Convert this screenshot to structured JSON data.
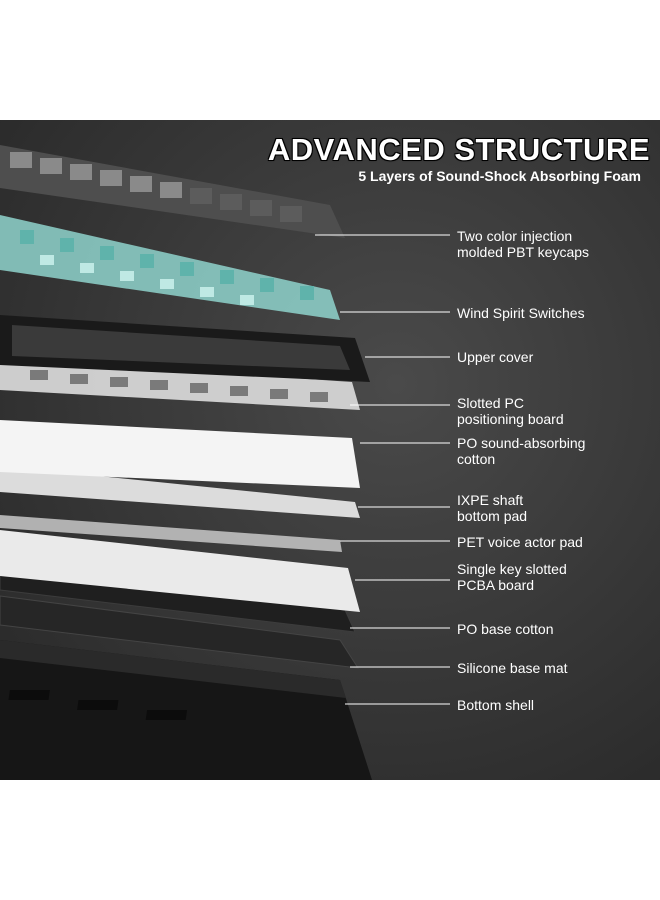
{
  "header": {
    "title": "ADVANCED  STRUCTURE",
    "subtitle": "5 Layers of Sound-Shock Absorbing Foam"
  },
  "colors": {
    "background": "#363636",
    "text": "#ffffff",
    "keycap_dark": "#4e4e4e",
    "keycap_light": "#8a8a8a",
    "switch": "#8fd3cc",
    "plate_white": "#e8e8e8",
    "case_black": "#1c1c1c"
  },
  "layers": [
    {
      "lines": [
        "Two color injection",
        "molded PBT keycaps"
      ]
    },
    {
      "lines": [
        "Wind Spirit Switches"
      ]
    },
    {
      "lines": [
        "Upper cover"
      ]
    },
    {
      "lines": [
        "Slotted PC",
        "positioning board"
      ]
    },
    {
      "lines": [
        "PO sound-absorbing",
        "cotton"
      ]
    },
    {
      "lines": [
        "IXPE shaft",
        "bottom pad"
      ]
    },
    {
      "lines": [
        "PET voice actor pad"
      ]
    },
    {
      "lines": [
        "Single key slotted",
        "PCBA board"
      ]
    },
    {
      "lines": [
        "PO base cotton"
      ]
    },
    {
      "lines": [
        "Silicone base mat"
      ]
    },
    {
      "lines": [
        "Bottom shell"
      ]
    }
  ]
}
